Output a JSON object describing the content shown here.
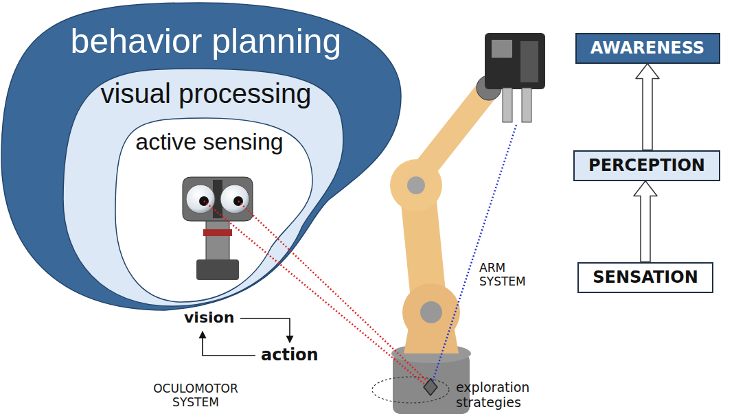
{
  "diagram": {
    "nodes": [
      {
        "text": [
          "behavior planning"
        ]
      },
      {
        "text": [
          "visual processing"
        ],
        "in": 0
      },
      {
        "text": [
          "active sensing"
        ],
        "in": 1
      },
      {
        "text": [
          "AWARENESS"
        ]
      },
      {
        "text": [
          "PERCEPTION"
        ]
      },
      {
        "text": [
          "SENSATION"
        ]
      }
    ],
    "edges": [
      {
        "from": 5,
        "to": 4,
        "arrow": "to"
      },
      {
        "from": 4,
        "to": 3,
        "arrow": "to"
      }
    ],
    "labels": [
      "vision",
      "action",
      "OCULOMOTOR SYSTEM",
      "ARM SYSTEM",
      "exploration strategies"
    ]
  }
}
